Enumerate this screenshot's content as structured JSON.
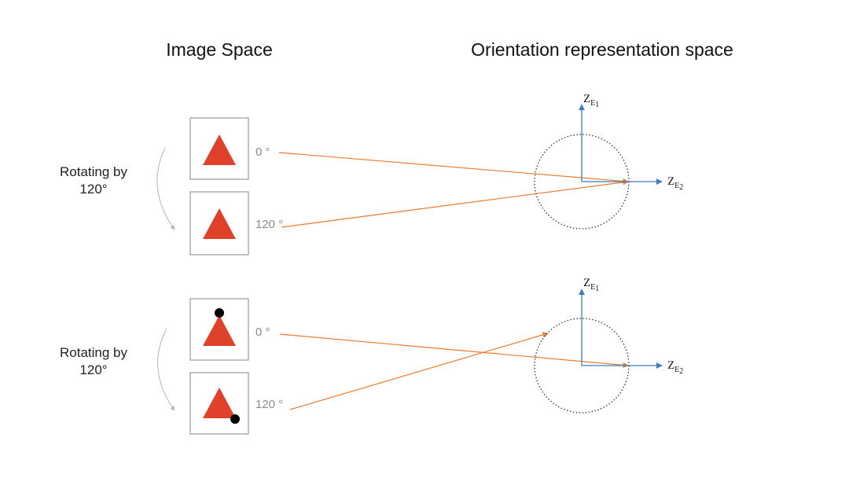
{
  "titles": {
    "image_space": "Image Space",
    "orientation_space": "Orientation representation space"
  },
  "rows": [
    {
      "side_label_line1": "Rotating by",
      "side_label_line2": "120°",
      "angle_top": "0 °",
      "angle_bottom": "120 °"
    },
    {
      "side_label_line1": "Rotating by",
      "side_label_line2": "120°",
      "angle_top": "0 °",
      "angle_bottom": "120 °"
    }
  ],
  "axes": {
    "vertical_main": "Z",
    "vertical_sub": "E",
    "vertical_subsub": "1",
    "horizontal_main": "Z",
    "horizontal_sub": "E",
    "horizontal_subsub": "2"
  },
  "colors": {
    "triangle": "#E0412A",
    "arrow": "#EE7B2E",
    "axis": "#3C7CC4",
    "box_border": "#9A9A9A",
    "dot": "#000000"
  }
}
